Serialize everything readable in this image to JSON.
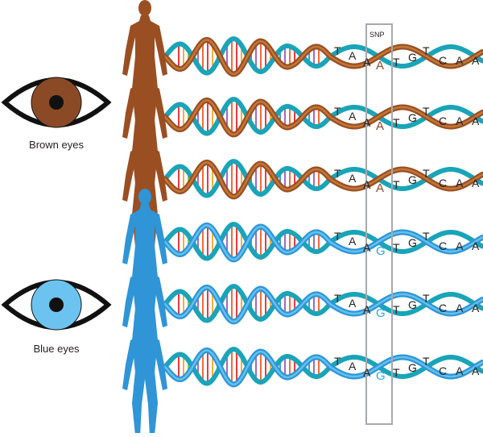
{
  "snp_label": "SNP",
  "eyes": [
    {
      "label": "Brown eyes",
      "iris_color": "#8b4a26"
    },
    {
      "label": "Blue eyes",
      "iris_color": "#6cc3ef"
    }
  ],
  "colors": {
    "brown_dark": "#6e3412",
    "brown": "#9a4f22",
    "brown_light": "#c27738",
    "blue_dark": "#1f6fb5",
    "blue": "#2f95d6",
    "blue_light": "#62c2ee",
    "teal": "#1aa4b8",
    "snp_box": "#a7a9ac",
    "snp_brown_text": "#8b4a26",
    "snp_blue_text": "#2aa7e0"
  },
  "strands": [
    {
      "group": "brown",
      "sequence": [
        "T",
        "A",
        "A",
        "A",
        "T",
        "G",
        "T",
        "C",
        "A",
        "A"
      ],
      "snp_index": 3
    },
    {
      "group": "brown",
      "sequence": [
        "T",
        "A",
        "A",
        "A",
        "T",
        "G",
        "T",
        "C",
        "A",
        "A"
      ],
      "snp_index": 3
    },
    {
      "group": "brown",
      "sequence": [
        "T",
        "A",
        "A",
        "A",
        "T",
        "G",
        "T",
        "C",
        "A",
        "A"
      ],
      "snp_index": 3
    },
    {
      "group": "blue",
      "sequence": [
        "T",
        "A",
        "A",
        "G",
        "T",
        "G",
        "T",
        "C",
        "A",
        "A"
      ],
      "snp_index": 3
    },
    {
      "group": "blue",
      "sequence": [
        "T",
        "A",
        "A",
        "G",
        "T",
        "G",
        "T",
        "C",
        "A",
        "A"
      ],
      "snp_index": 3
    },
    {
      "group": "blue",
      "sequence": [
        "T",
        "A",
        "A",
        "G",
        "T",
        "G",
        "T",
        "C",
        "A",
        "A"
      ],
      "snp_index": 3
    }
  ]
}
